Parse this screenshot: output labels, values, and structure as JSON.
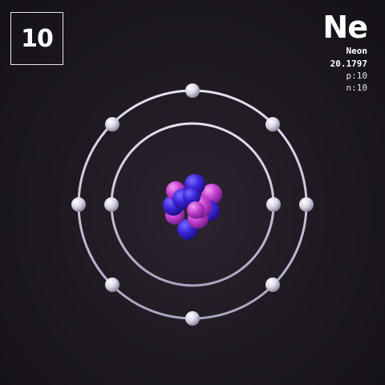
{
  "element": {
    "atomic_number": "10",
    "symbol": "Ne",
    "name": "Neon",
    "atomic_mass": "20.1797",
    "protons_label": "p:10",
    "neutrons_label": "n:10"
  },
  "shells": [
    {
      "electrons": 2
    },
    {
      "electrons": 8
    }
  ],
  "colors": {
    "background": "#1a161c",
    "orbit": "#c9c6d8",
    "electron": "#e9e7f2",
    "proton": "#c53fd0",
    "neutron": "#3a23d8"
  }
}
